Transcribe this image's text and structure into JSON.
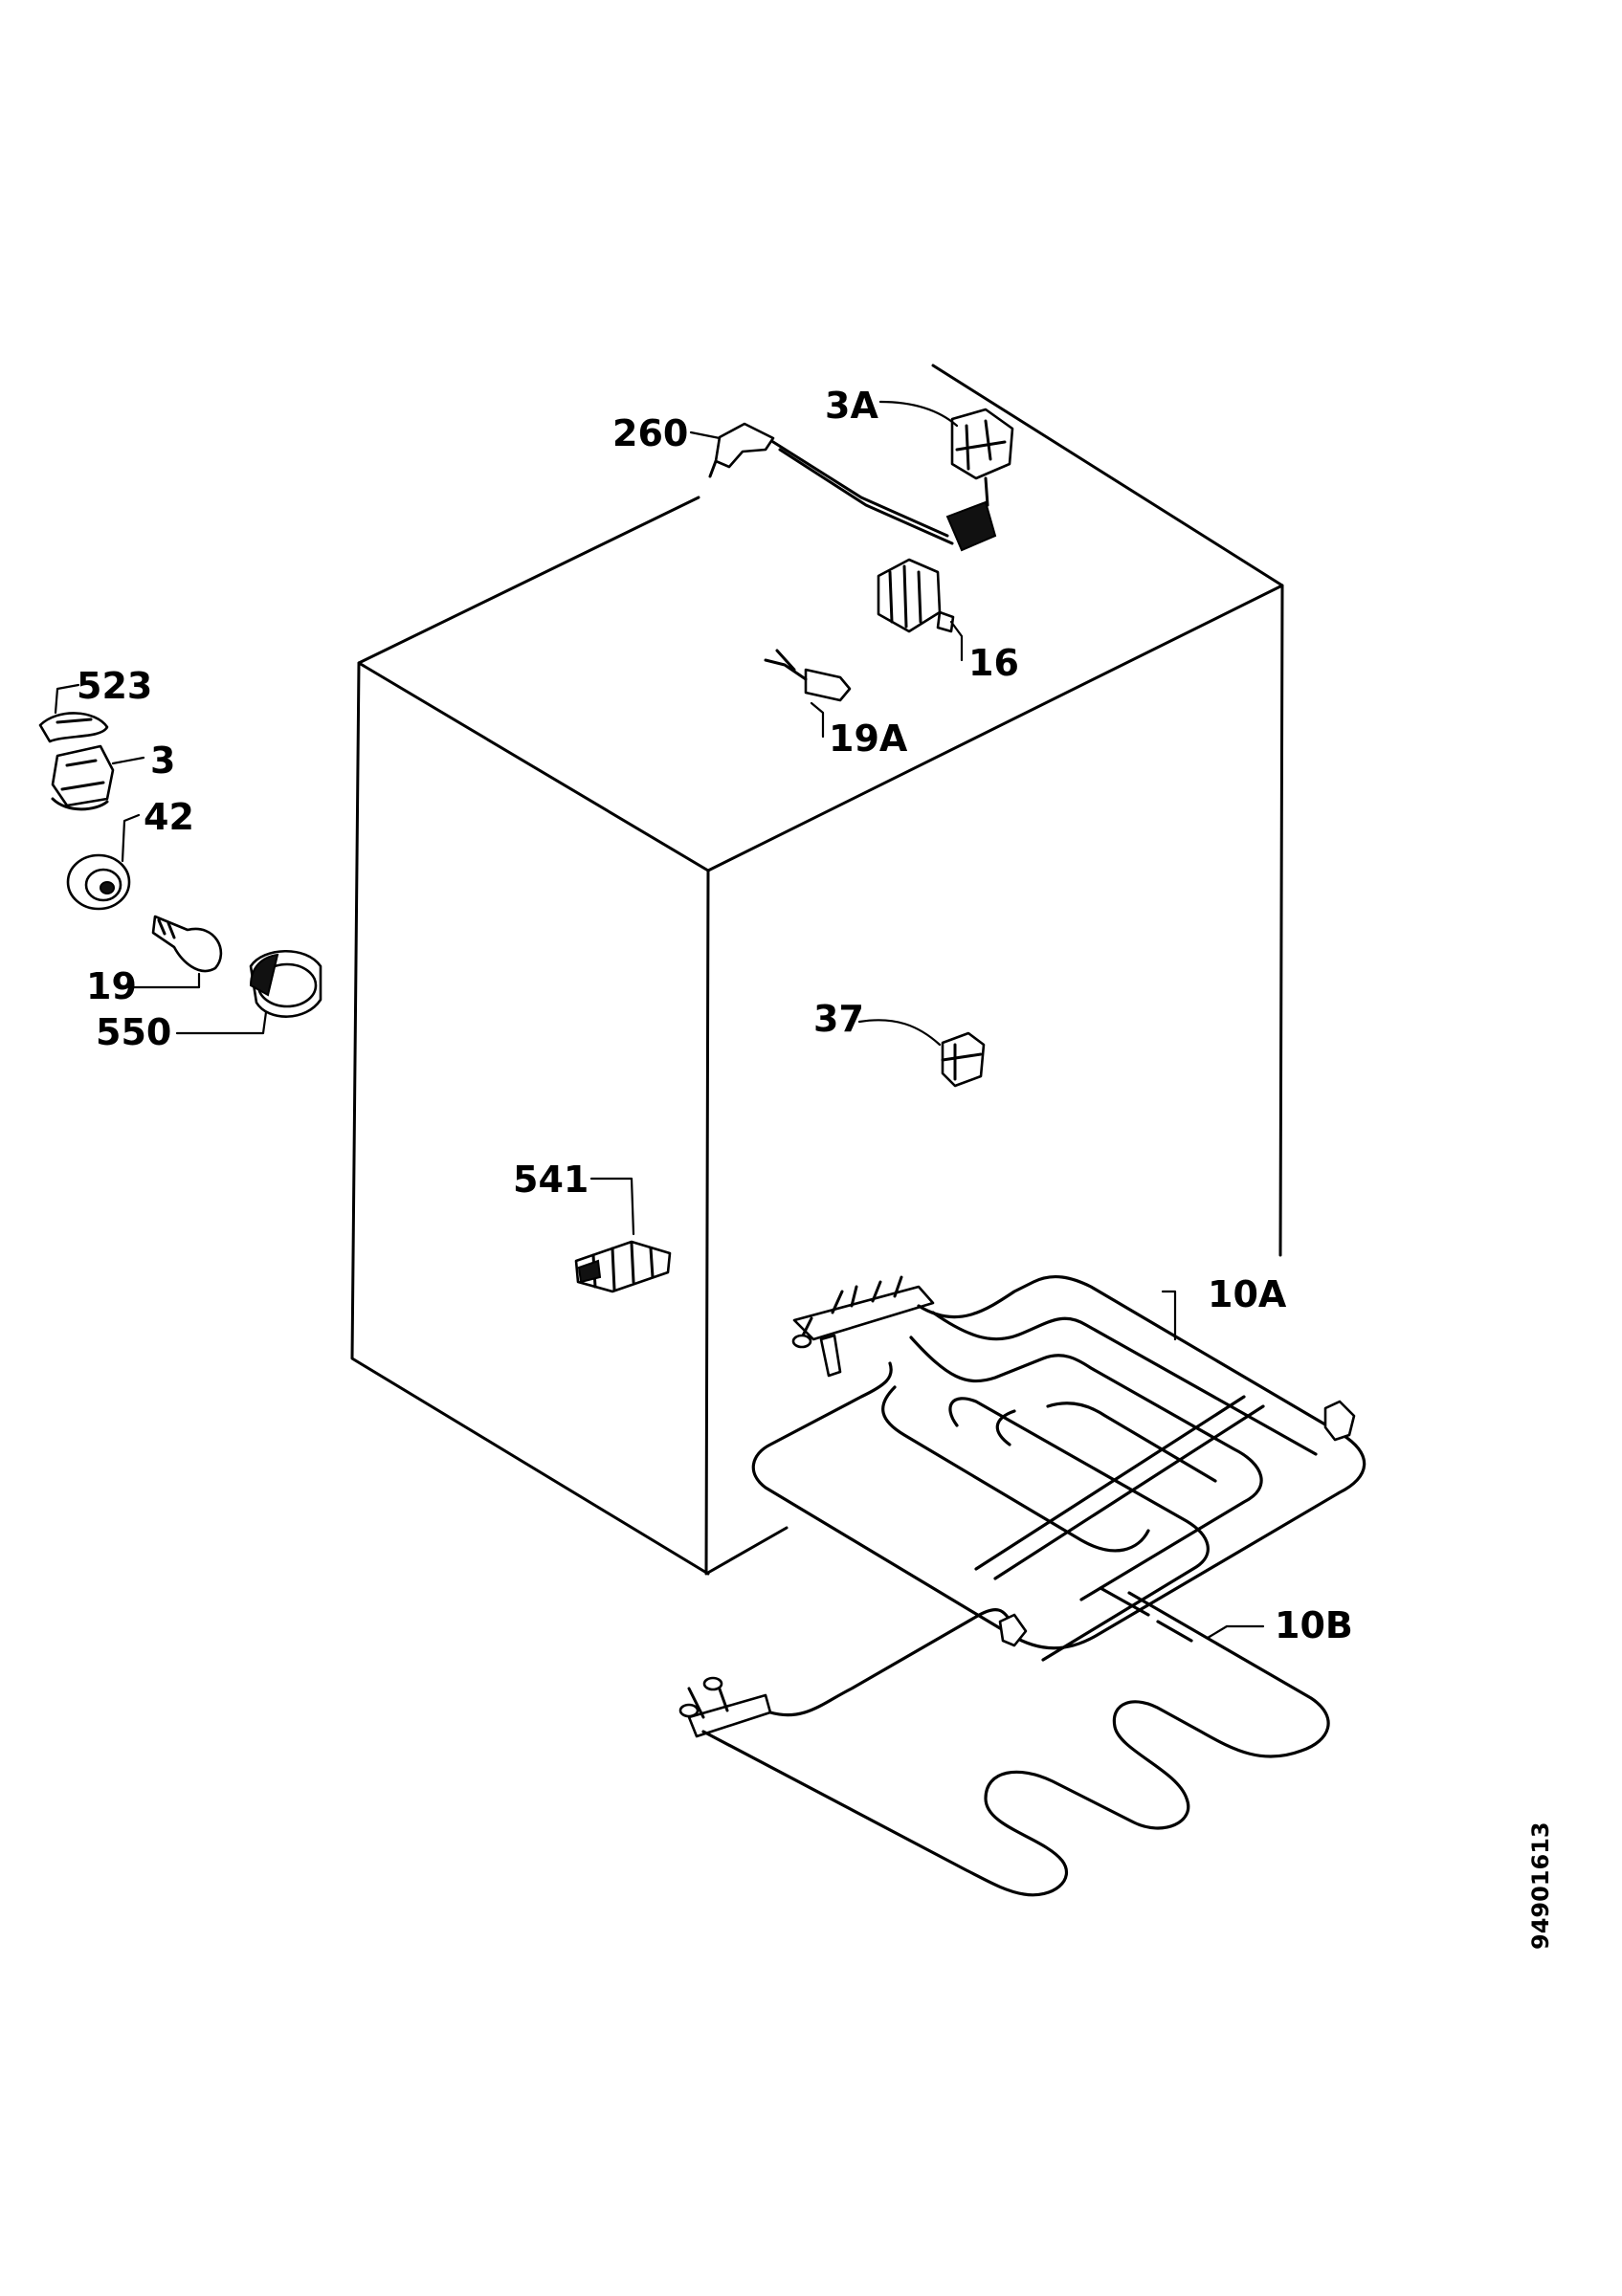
{
  "labels": {
    "p260": "260",
    "p3A": "3A",
    "p16": "16",
    "p19A": "19A",
    "p523": "523",
    "p3": "3",
    "p42": "42",
    "p19": "19",
    "p550": "550",
    "p37": "37",
    "p541": "541",
    "p10A": "10A",
    "p10B": "10B"
  },
  "drawing_code": "94901613"
}
